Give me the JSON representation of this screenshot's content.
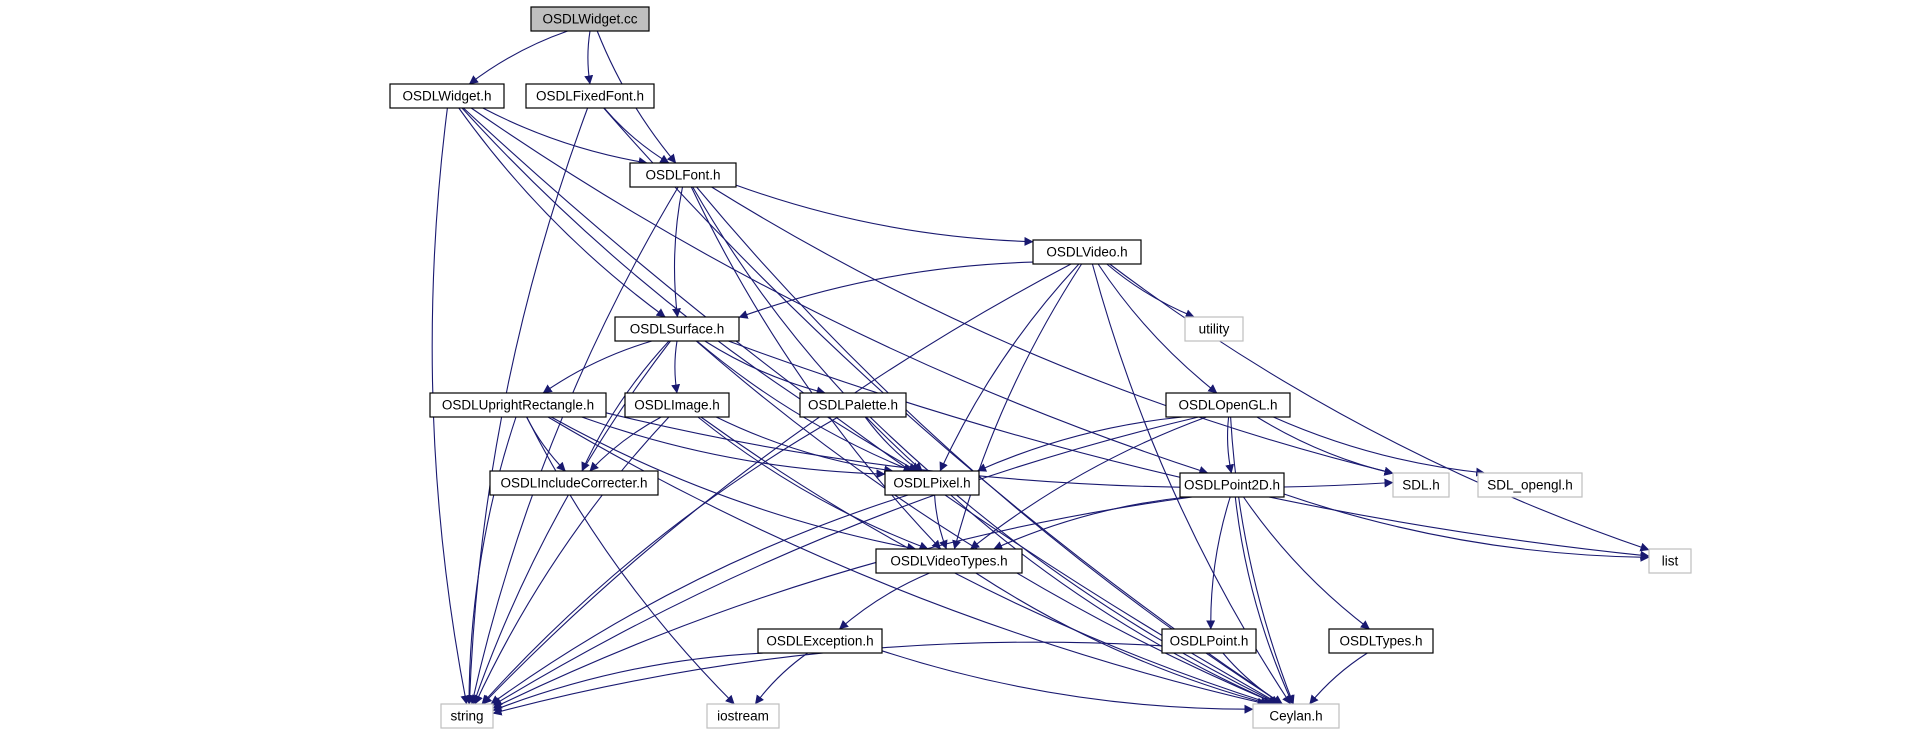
{
  "diagram": {
    "colors": {
      "edge": "#191970",
      "box_border": "#000000",
      "box_border_external": "#bfbfbf",
      "root_fill": "#bfbfbf",
      "fill": "#ffffff",
      "text": "#000000"
    },
    "nodes": {
      "widget_cc": {
        "label": "OSDLWidget.cc",
        "kind": "root"
      },
      "widget_h": {
        "label": "OSDLWidget.h",
        "kind": "header"
      },
      "fixedfont_h": {
        "label": "OSDLFixedFont.h",
        "kind": "header"
      },
      "font_h": {
        "label": "OSDLFont.h",
        "kind": "header"
      },
      "video_h": {
        "label": "OSDLVideo.h",
        "kind": "header"
      },
      "surface_h": {
        "label": "OSDLSurface.h",
        "kind": "header"
      },
      "utility": {
        "label": "utility",
        "kind": "external"
      },
      "upright_h": {
        "label": "OSDLUprightRectangle.h",
        "kind": "header"
      },
      "image_h": {
        "label": "OSDLImage.h",
        "kind": "header"
      },
      "palette_h": {
        "label": "OSDLPalette.h",
        "kind": "header"
      },
      "opengl_h": {
        "label": "OSDLOpenGL.h",
        "kind": "header"
      },
      "includecorrecter_h": {
        "label": "OSDLIncludeCorrecter.h",
        "kind": "header"
      },
      "pixel_h": {
        "label": "OSDLPixel.h",
        "kind": "header"
      },
      "point2d_h": {
        "label": "OSDLPoint2D.h",
        "kind": "header"
      },
      "sdl_h": {
        "label": "SDL.h",
        "kind": "external"
      },
      "sdl_opengl_h": {
        "label": "SDL_opengl.h",
        "kind": "external"
      },
      "list": {
        "label": "list",
        "kind": "external"
      },
      "videotypes_h": {
        "label": "OSDLVideoTypes.h",
        "kind": "header"
      },
      "exception_h": {
        "label": "OSDLException.h",
        "kind": "header"
      },
      "point_h": {
        "label": "OSDLPoint.h",
        "kind": "header"
      },
      "types_h": {
        "label": "OSDLTypes.h",
        "kind": "header"
      },
      "string": {
        "label": "string",
        "kind": "external"
      },
      "iostream": {
        "label": "iostream",
        "kind": "external"
      },
      "ceylan_h": {
        "label": "Ceylan.h",
        "kind": "external"
      }
    },
    "edges": [
      [
        "widget_cc",
        "widget_h"
      ],
      [
        "widget_cc",
        "fixedfont_h"
      ],
      [
        "widget_cc",
        "font_h"
      ],
      [
        "widget_h",
        "font_h"
      ],
      [
        "widget_h",
        "surface_h"
      ],
      [
        "widget_h",
        "pixel_h"
      ],
      [
        "widget_h",
        "point2d_h"
      ],
      [
        "widget_h",
        "string"
      ],
      [
        "widget_h",
        "ceylan_h"
      ],
      [
        "fixedfont_h",
        "font_h"
      ],
      [
        "fixedfont_h",
        "string"
      ],
      [
        "fixedfont_h",
        "ceylan_h"
      ],
      [
        "font_h",
        "surface_h"
      ],
      [
        "font_h",
        "video_h"
      ],
      [
        "font_h",
        "pixel_h"
      ],
      [
        "font_h",
        "videotypes_h"
      ],
      [
        "font_h",
        "sdl_h"
      ],
      [
        "font_h",
        "string"
      ],
      [
        "font_h",
        "ceylan_h"
      ],
      [
        "video_h",
        "surface_h"
      ],
      [
        "video_h",
        "utility"
      ],
      [
        "video_h",
        "opengl_h"
      ],
      [
        "video_h",
        "pixel_h"
      ],
      [
        "video_h",
        "videotypes_h"
      ],
      [
        "video_h",
        "list"
      ],
      [
        "video_h",
        "string"
      ],
      [
        "video_h",
        "ceylan_h"
      ],
      [
        "surface_h",
        "upright_h"
      ],
      [
        "surface_h",
        "image_h"
      ],
      [
        "surface_h",
        "palette_h"
      ],
      [
        "surface_h",
        "includecorrecter_h"
      ],
      [
        "surface_h",
        "pixel_h"
      ],
      [
        "surface_h",
        "list"
      ],
      [
        "surface_h",
        "string"
      ],
      [
        "surface_h",
        "ceylan_h"
      ],
      [
        "upright_h",
        "includecorrecter_h"
      ],
      [
        "upright_h",
        "pixel_h"
      ],
      [
        "upright_h",
        "videotypes_h"
      ],
      [
        "upright_h",
        "sdl_h"
      ],
      [
        "upright_h",
        "string"
      ],
      [
        "upright_h",
        "iostream"
      ],
      [
        "upright_h",
        "ceylan_h"
      ],
      [
        "image_h",
        "includecorrecter_h"
      ],
      [
        "image_h",
        "pixel_h"
      ],
      [
        "image_h",
        "videotypes_h"
      ],
      [
        "image_h",
        "string"
      ],
      [
        "image_h",
        "ceylan_h"
      ],
      [
        "palette_h",
        "pixel_h"
      ],
      [
        "palette_h",
        "string"
      ],
      [
        "palette_h",
        "ceylan_h"
      ],
      [
        "opengl_h",
        "pixel_h"
      ],
      [
        "opengl_h",
        "videotypes_h"
      ],
      [
        "opengl_h",
        "point2d_h"
      ],
      [
        "opengl_h",
        "sdl_h"
      ],
      [
        "opengl_h",
        "sdl_opengl_h"
      ],
      [
        "opengl_h",
        "string"
      ],
      [
        "opengl_h",
        "ceylan_h"
      ],
      [
        "pixel_h",
        "videotypes_h"
      ],
      [
        "pixel_h",
        "string"
      ],
      [
        "pixel_h",
        "ceylan_h"
      ],
      [
        "point2d_h",
        "videotypes_h"
      ],
      [
        "point2d_h",
        "point_h"
      ],
      [
        "point2d_h",
        "types_h"
      ],
      [
        "point2d_h",
        "list"
      ],
      [
        "point2d_h",
        "string"
      ],
      [
        "point2d_h",
        "ceylan_h"
      ],
      [
        "videotypes_h",
        "exception_h"
      ],
      [
        "videotypes_h",
        "ceylan_h"
      ],
      [
        "exception_h",
        "string"
      ],
      [
        "exception_h",
        "iostream"
      ],
      [
        "exception_h",
        "ceylan_h"
      ],
      [
        "point_h",
        "string"
      ],
      [
        "point_h",
        "ceylan_h"
      ],
      [
        "types_h",
        "ceylan_h"
      ]
    ]
  }
}
